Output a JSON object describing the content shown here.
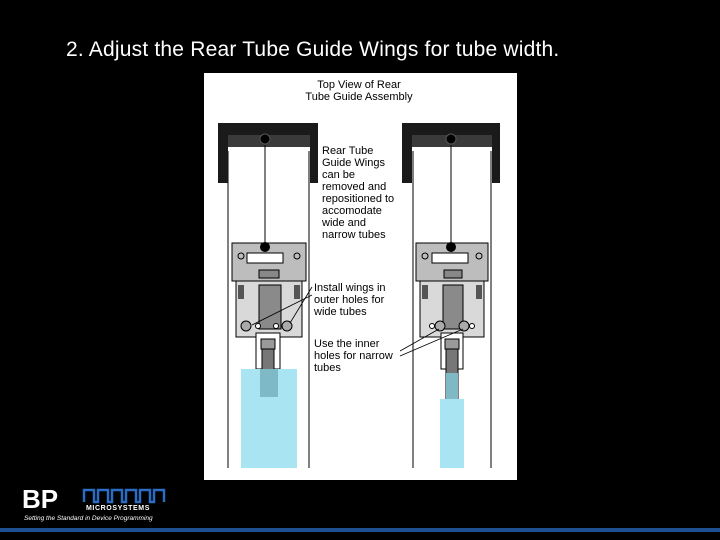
{
  "slide": {
    "title": "2. Adjust the Rear Tube Guide Wings for tube width."
  },
  "figure": {
    "caption_line1": "Top View of Rear",
    "caption_line2": "Tube Guide Assembly",
    "note_wings": [
      "Rear Tube",
      "Guide Wings",
      "can be",
      "removed and",
      "repositioned to",
      "accomodate",
      "wide and",
      "narrow tubes"
    ],
    "note_outer": [
      "Install wings in",
      "outer holes for",
      "wide tubes"
    ],
    "note_inner": [
      "Use the inner",
      "holes for narrow",
      "tubes"
    ],
    "colors": {
      "tube": "#a8e4f2",
      "metal": "#cfcfcf",
      "dark": "#1a1a1a"
    }
  },
  "logo": {
    "letters": "BP",
    "name": "MICROSYSTEMS",
    "tagline": "Setting the Standard in Device Programming"
  }
}
